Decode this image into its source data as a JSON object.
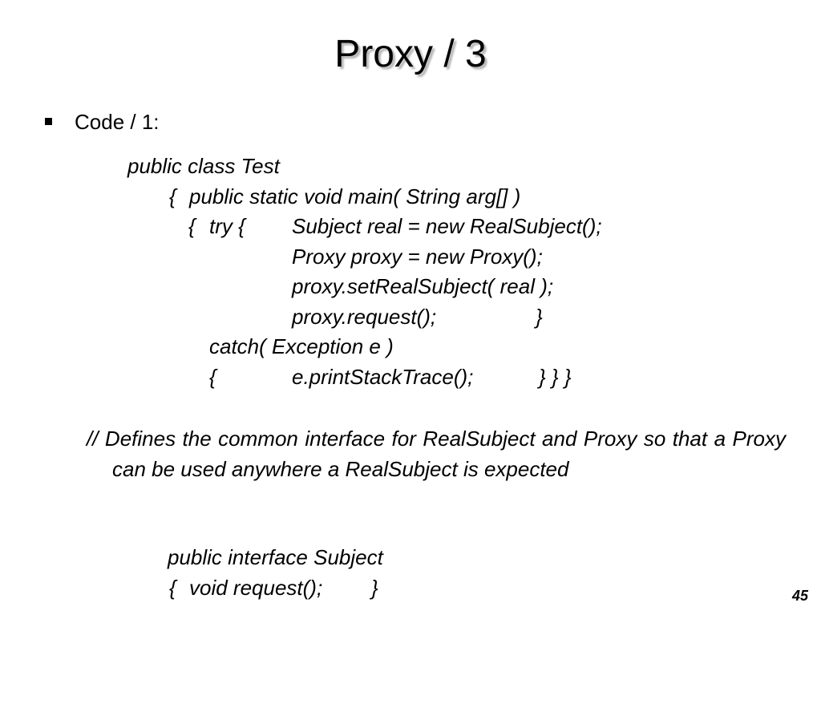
{
  "slide": {
    "title": "Proxy / 3",
    "bullet": "Code / 1:",
    "code": {
      "l1": "public class Test",
      "l2_brace": "{",
      "l2_text": "public static void main( String arg[] )",
      "l3_brace": "{",
      "l3_try": "try {",
      "l3_text": "Subject real = new RealSubject();",
      "l4_text": "Proxy proxy = new Proxy();",
      "l5_text": "proxy.setRealSubject( real );",
      "l6_text": "proxy.request();",
      "l6_close": "}",
      "l7_text": "catch( Exception e )",
      "l8_brace": "{",
      "l8_text": "e.printStackTrace();",
      "l8_close": "} } }"
    },
    "comment": "// Defines the common interface for RealSubject and Proxy so that a Proxy can be used anywhere a RealSubject is expected",
    "interface_code": {
      "l1": "public interface Subject",
      "l2_brace": "{",
      "l2_text": "void request();",
      "l2_close": "}"
    },
    "page_number": "45"
  }
}
